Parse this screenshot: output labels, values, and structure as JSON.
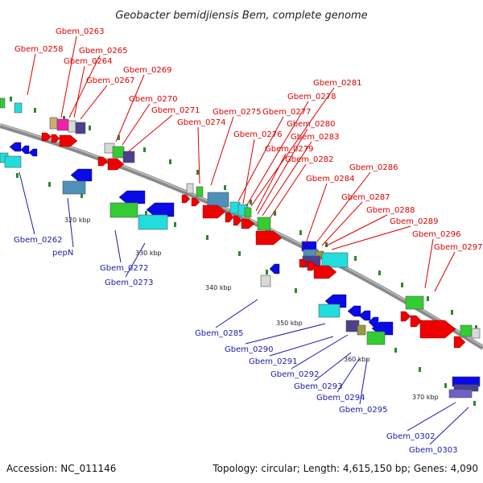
{
  "title": "Geobacter bemidjiensis Bem, complete genome",
  "footer": {
    "accession": "Accession: NC_011146",
    "summary": "Topology: circular; Length: 4,615,150 bp; Genes: 4,090"
  },
  "colors": {
    "forward_label": "#dd0000",
    "reverse_label": "#1a1aa8",
    "backbone": "#8a8a8a",
    "tick": "#2b8a2b"
  },
  "scale_labels": [
    "320 kbp",
    "330 kbp",
    "340 kbp",
    "350 kbp",
    "360 kbp",
    "370 kbp"
  ],
  "forward_labels": [
    "Gbem_0258",
    "Gbem_0263",
    "Gbem_0265",
    "Gbem_0264",
    "Gbem_0267",
    "Gbem_0269",
    "Gbem_0270",
    "Gbem_0271",
    "Gbem_0274",
    "Gbem_0275",
    "Gbem_0277",
    "Gbem_0276",
    "Gbem_0281",
    "Gbem_0278",
    "Gbem_0280",
    "Gbem_0283",
    "Gbem_0279",
    "Gbem_0282",
    "Gbem_0286",
    "Gbem_0284",
    "Gbem_0287",
    "Gbem_0288",
    "Gbem_0289",
    "Gbem_0296",
    "Gbem_0297"
  ],
  "reverse_labels": [
    "Gbem_0262",
    "pepN",
    "Gbem_0272",
    "Gbem_0273",
    "Gbem_0285",
    "Gbem_0290",
    "Gbem_0291",
    "Gbem_0292",
    "Gbem_0293",
    "Gbem_0294",
    "Gbem_0295",
    "Gbem_0302",
    "Gbem_0303"
  ]
}
